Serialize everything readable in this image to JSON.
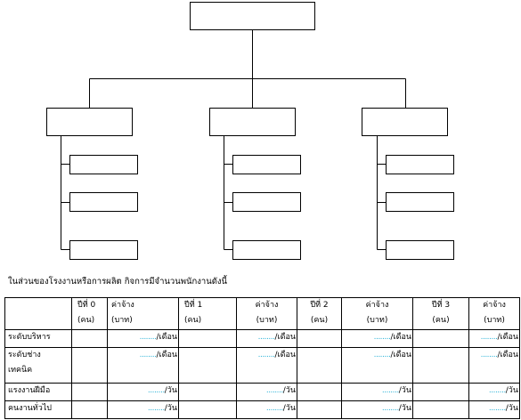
{
  "caption": "ในส่วนของโรงงานหรือการผลิต กิจการมีจำนวนพนักงานดังนี้",
  "table": {
    "headers": [
      {
        "top": "ปีที่ 0",
        "bottom": "(คน)"
      },
      {
        "top": "ค่าจ้าง",
        "bottom": "(บาท)"
      },
      {
        "top": "ปีที่ 1",
        "bottom": "(คน)"
      },
      {
        "top": "ค่าจ้าง",
        "bottom": "(บาท)"
      },
      {
        "top": "ปีที่ 2",
        "bottom": "(คน)"
      },
      {
        "top": "ค่าจ้าง",
        "bottom": "(บาท)"
      },
      {
        "top": "ปีที่ 3",
        "bottom": "(คน)"
      },
      {
        "top": "ค่าจ้าง",
        "bottom": "(บาท)"
      }
    ],
    "rows": [
      {
        "label": "ระดับบริหาร",
        "label2": "",
        "dots": "........",
        "unit": "/เดือน"
      },
      {
        "label": "ระดับช่าง",
        "label2": "เทคนิค",
        "dots": "........",
        "unit": "/เดือน"
      },
      {
        "label": "แรงงานฝีมือ",
        "label2": "",
        "dots": "........",
        "unit": "/วัน"
      },
      {
        "label": "คนงานทั่วไป",
        "label2": "",
        "dots": "........",
        "unit": "/วัน"
      }
    ]
  }
}
